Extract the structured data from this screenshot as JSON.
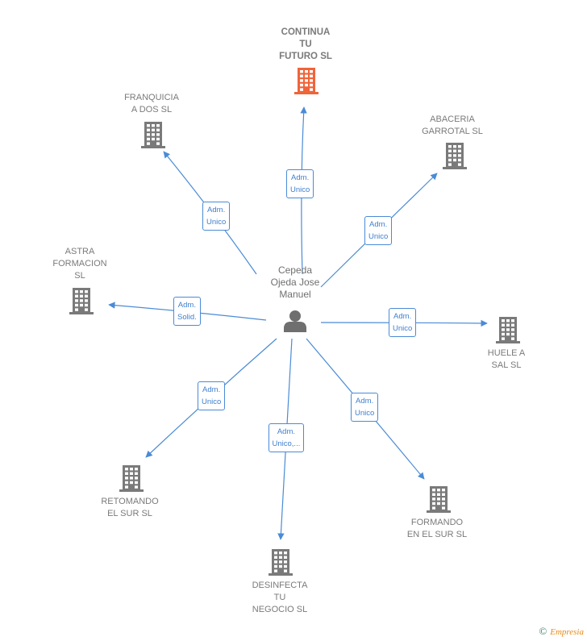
{
  "center": {
    "label": "Cepeda\nOjeda Jose\nManuel"
  },
  "companies": [
    {
      "id": "continua",
      "label": "CONTINUA\nTU\nFUTURO  SL",
      "highlight": true
    },
    {
      "id": "franquicia",
      "label": "FRANQUICIA\nA DOS SL"
    },
    {
      "id": "abaceria",
      "label": "ABACERIA\nGARROTAL  SL"
    },
    {
      "id": "astra",
      "label": "ASTRA\nFORMACION\nSL"
    },
    {
      "id": "huele",
      "label": "HUELE A\nSAL  SL"
    },
    {
      "id": "retomando",
      "label": "RETOMANDO\nEL SUR  SL"
    },
    {
      "id": "desinfecta",
      "label": "DESINFECTA\nTU\nNEGOCIO  SL"
    },
    {
      "id": "formando",
      "label": "FORMANDO\nEN EL SUR  SL"
    }
  ],
  "relations": [
    {
      "to": "continua",
      "label": "Adm.\nUnico"
    },
    {
      "to": "franquicia",
      "label": "Adm.\nUnico"
    },
    {
      "to": "abaceria",
      "label": "Adm.\nUnico"
    },
    {
      "to": "astra",
      "label": "Adm.\nSolid."
    },
    {
      "to": "huele",
      "label": "Adm.\nUnico"
    },
    {
      "to": "retomando",
      "label": "Adm.\nUnico"
    },
    {
      "to": "desinfecta",
      "label": "Adm.\nUnico,..."
    },
    {
      "to": "formando",
      "label": "Adm.\nUnico"
    }
  ],
  "colors": {
    "edge": "#4a8bd6",
    "building": "#7a7a7a",
    "highlight": "#f0643a",
    "person": "#6f6f6f"
  },
  "footer": {
    "copyright": "©",
    "brand": "Empresia"
  }
}
